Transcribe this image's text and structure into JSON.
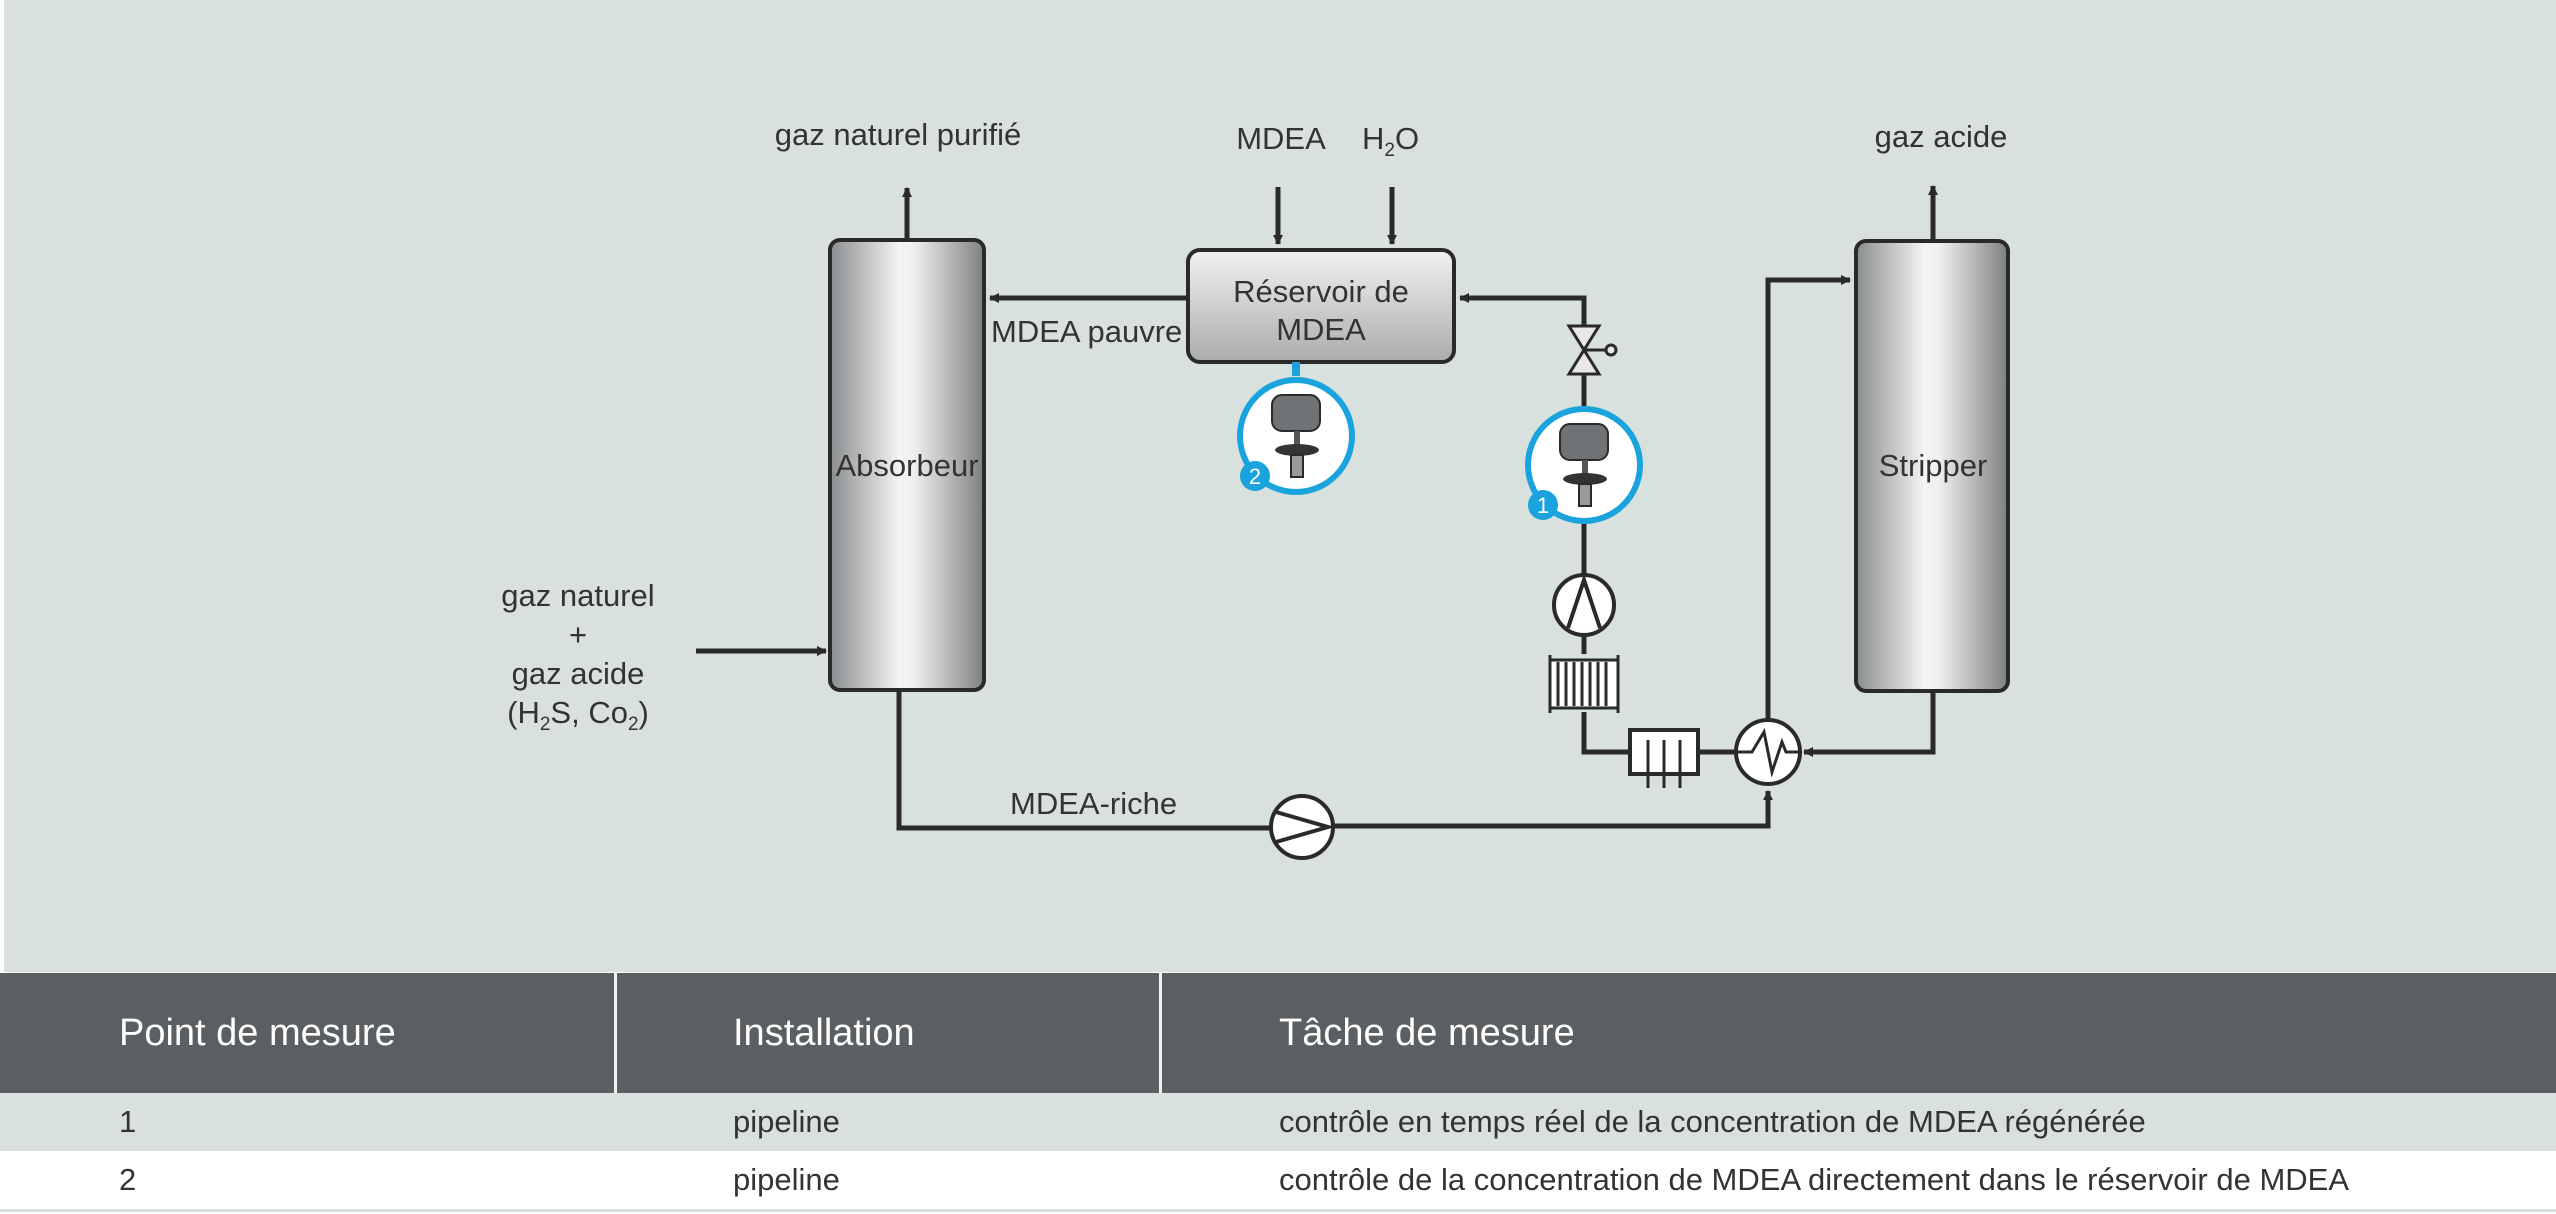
{
  "diagram": {
    "outputs": {
      "purified_gas": "gaz naturel purifié",
      "acid_gas_out": "gaz acide"
    },
    "inputs": {
      "mdea": "MDEA",
      "h2o_main": "H",
      "h2o_sub": "2",
      "h2o_tail": "O",
      "feed_line1": "gaz naturel",
      "feed_line2": "+",
      "feed_line3": "gaz acide",
      "feed_line4_a": "(H",
      "feed_line4_sub1": "2",
      "feed_line4_b": "S, Co",
      "feed_line4_sub2": "2",
      "feed_line4_c": ")"
    },
    "equipment": {
      "absorber": "Absorbeur",
      "stripper": "Stripper",
      "tank_line1": "Réservoir de",
      "tank_line2": "MDEA"
    },
    "streams": {
      "lean": "MDEA pauvre",
      "rich": "MDEA-riche"
    },
    "measurement_points": {
      "p1": "1",
      "p2": "2"
    },
    "colors": {
      "background": "#d9e1df",
      "line": "#2a2a2a",
      "accent": "#1aa3dd",
      "table_header": "#5b5f62"
    }
  },
  "table": {
    "headers": [
      "Point de mesure",
      "Installation",
      "Tâche de mesure"
    ],
    "rows": [
      [
        "1",
        "pipeline",
        "contrôle en temps réel de la concentration de MDEA régénérée"
      ],
      [
        "2",
        "pipeline",
        "contrôle de la concentration de MDEA directement dans le réservoir de MDEA"
      ]
    ]
  }
}
